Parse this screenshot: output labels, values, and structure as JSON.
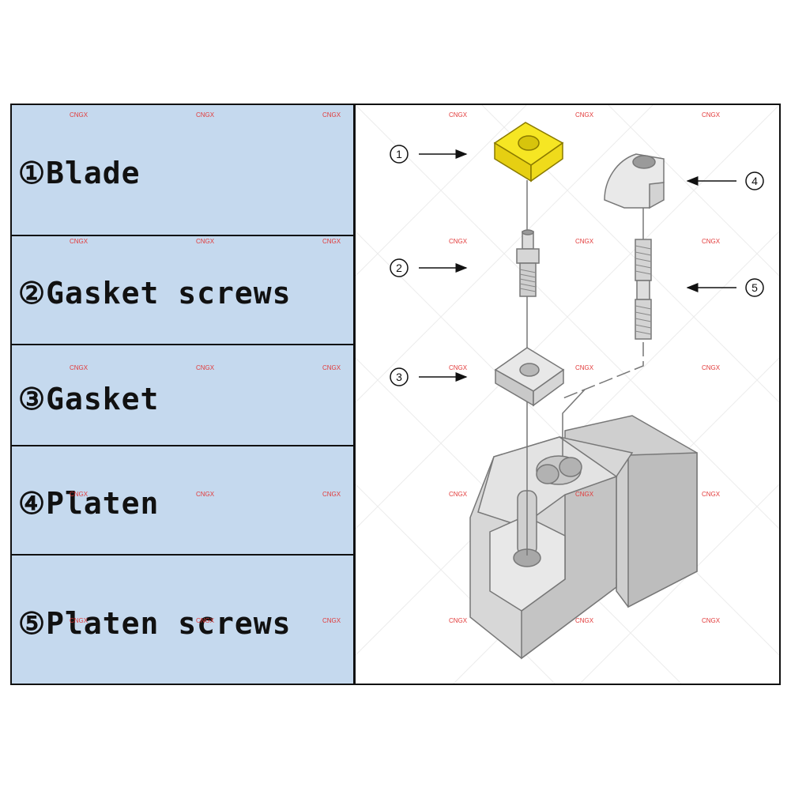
{
  "legend": {
    "items": [
      {
        "label": "①Blade"
      },
      {
        "label": "②Gasket screws"
      },
      {
        "label": "③Gasket"
      },
      {
        "label": "④Platen"
      },
      {
        "label": "⑤Platen screws"
      }
    ]
  },
  "diagram": {
    "callouts": [
      "1",
      "2",
      "3",
      "4",
      "5"
    ]
  },
  "watermark": "CNGX",
  "colors": {
    "legend_bg": "#c5d9ee",
    "blade": "#f6e623",
    "part_fill": "#dcdcdc",
    "watermark": "#e23a3a"
  }
}
